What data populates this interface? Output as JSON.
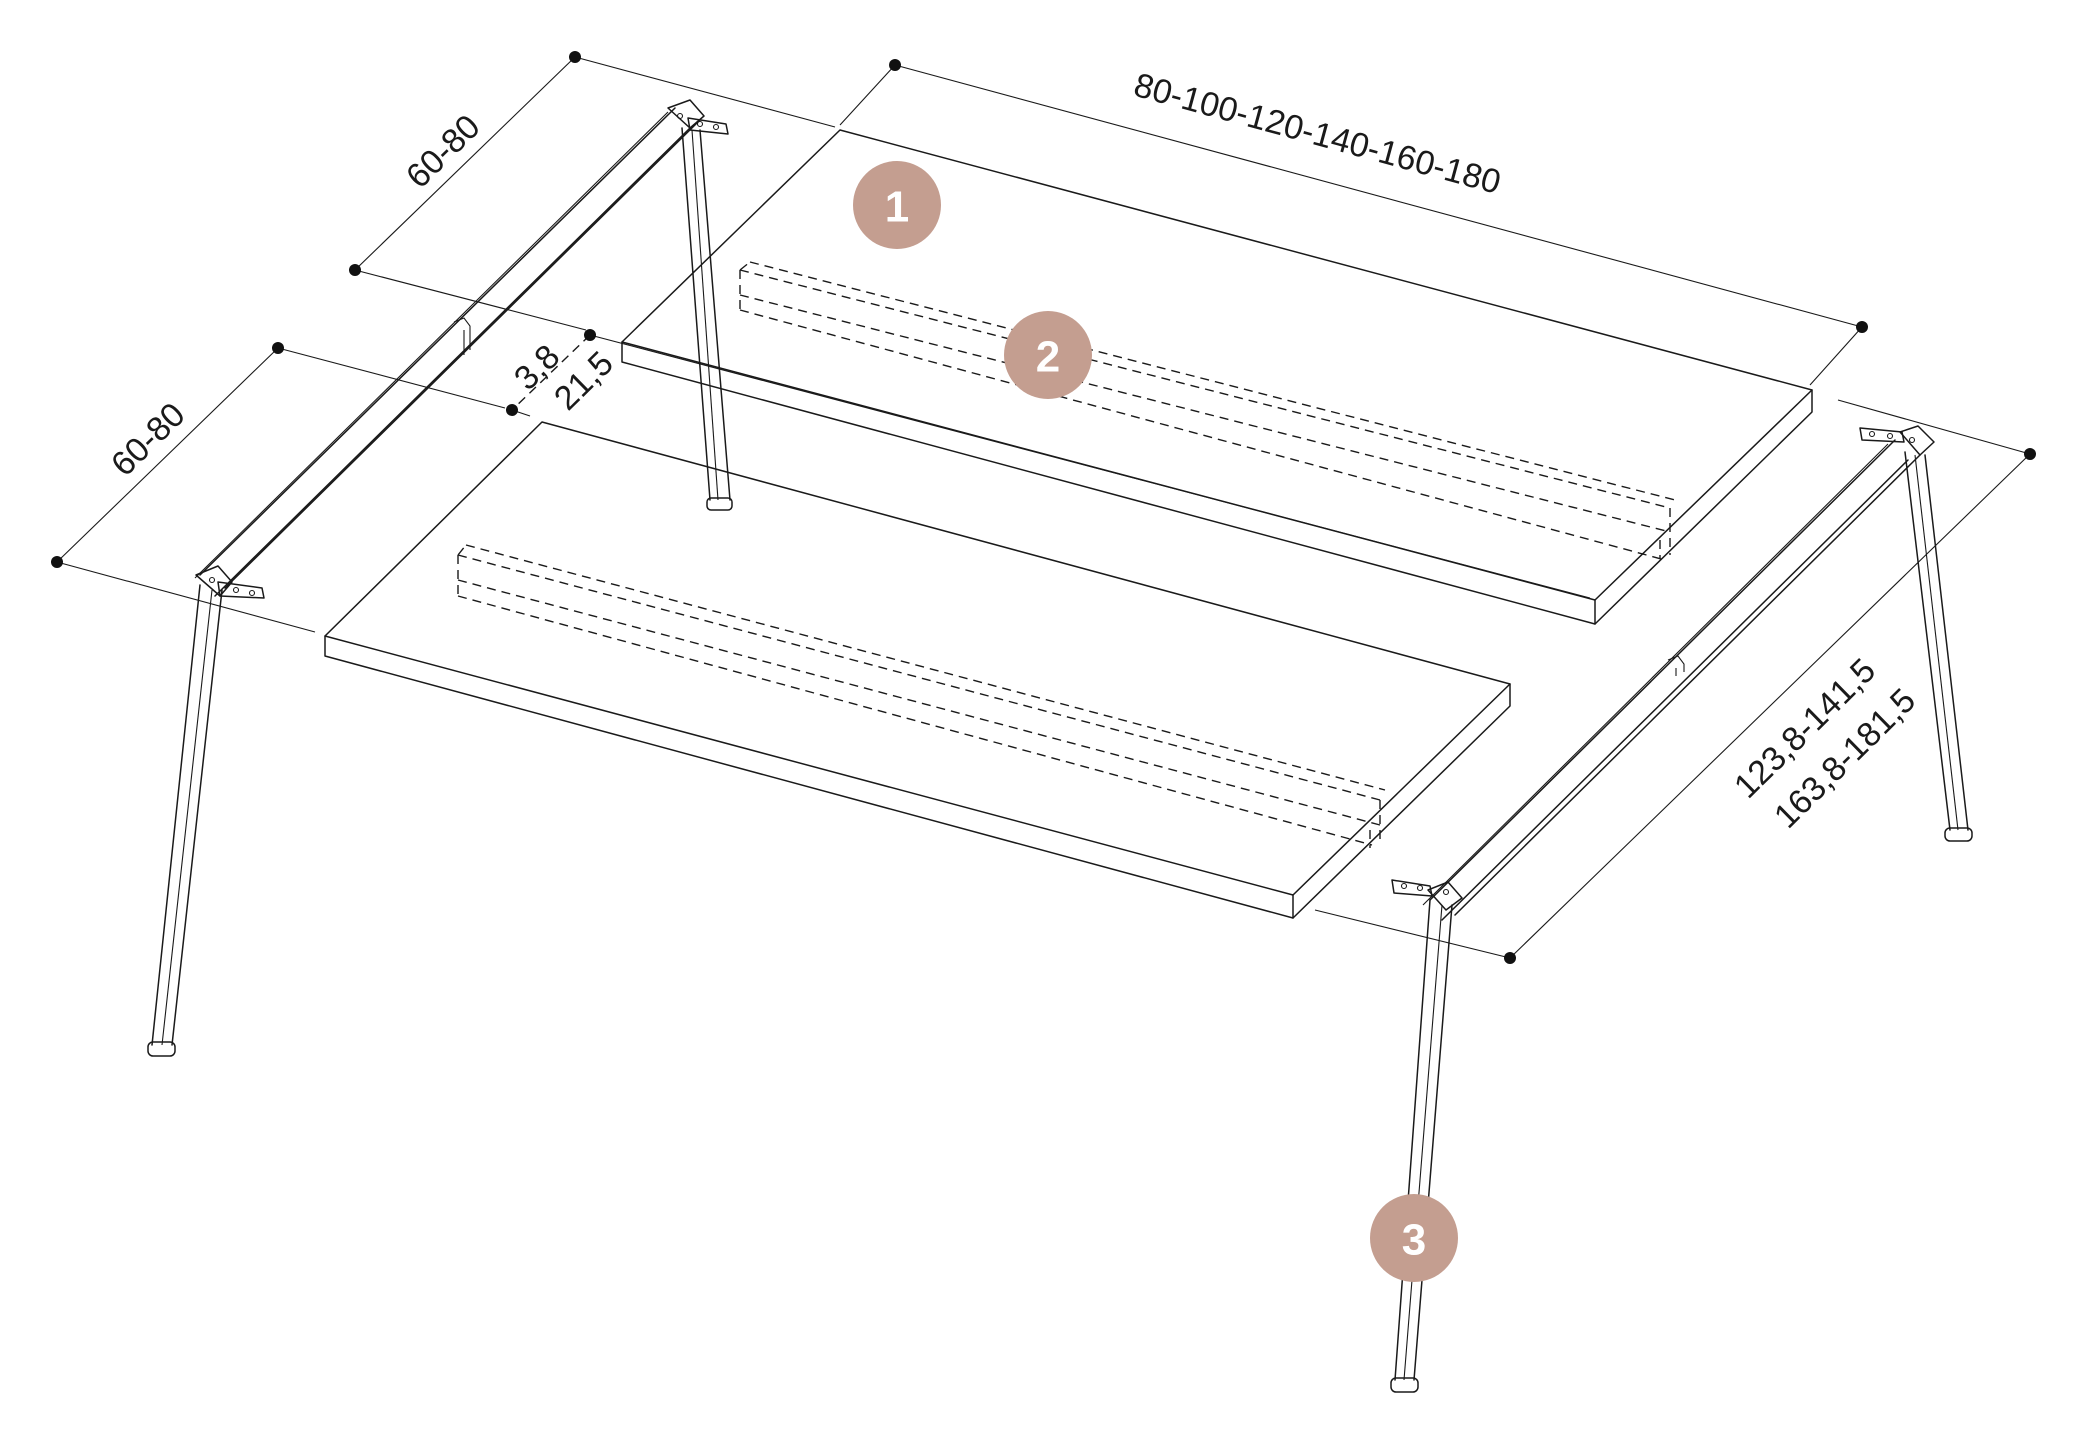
{
  "dimensions": {
    "length": "80-100-120-140-160-180",
    "depth_rear": "60-80",
    "depth_front": "60-80",
    "gap_small": "3,8",
    "gap_large": "21,5",
    "span_short": "123,8-141,5",
    "span_long": "163,8-181,5"
  },
  "callouts": [
    {
      "number": "1"
    },
    {
      "number": "2"
    },
    {
      "number": "3"
    }
  ],
  "colors": {
    "badge": "#C49E90",
    "line": "#1A1A1A",
    "background": "#FFFFFF"
  }
}
